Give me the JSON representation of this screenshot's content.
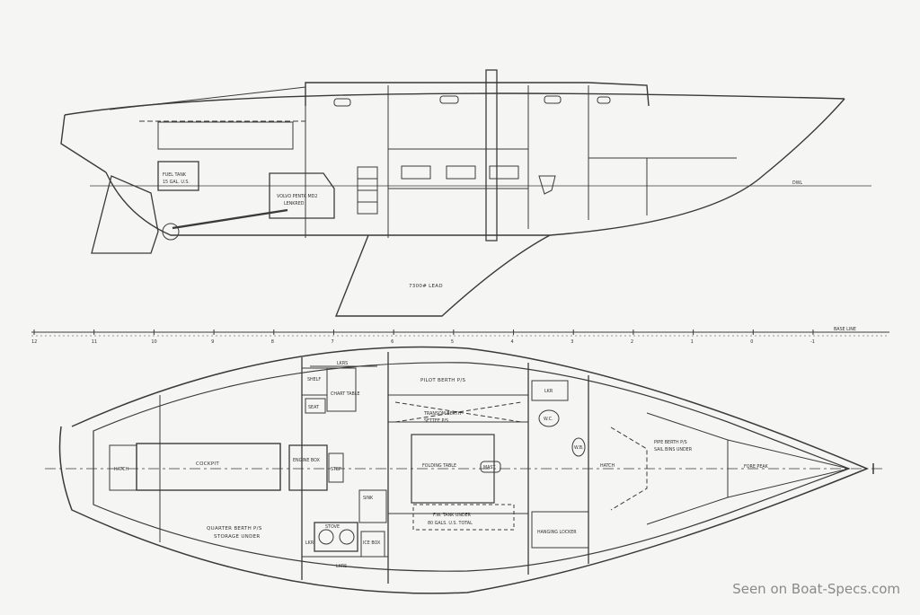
{
  "profile": {
    "labels": {
      "fuel_tank": "FUEL TANK",
      "fuel_tank_cap": "15 GAL. U.S.",
      "engine": "VOLVO PENTA MD2",
      "engine_2": "LENKRED",
      "ballast": "7300# LEAD",
      "dwl": "DWL"
    }
  },
  "baseline": {
    "label": "BASE LINE",
    "stations": [
      "12",
      "11",
      "10",
      "9",
      "8",
      "7",
      "6",
      "5",
      "4",
      "3",
      "2",
      "1",
      "0",
      "-1"
    ]
  },
  "plan": {
    "labels": {
      "hatch": "HATCH",
      "cockpit": "COCKPIT",
      "engine_box": "ENGINE BOX",
      "step": "STEP",
      "shelf": "SHELF",
      "seat": "SEAT",
      "chart_table": "CHART TABLE",
      "lkrs_top": "LKRS",
      "pilot_berth": "PILOT BERTH P/S",
      "transom_berth": "TRANSOM BERTH",
      "settee": "SETTEE P/S",
      "folding_table": "FOLDING TABLE",
      "mast": "MAST",
      "lkr": "LKR",
      "wc": "W.C.",
      "wash_basin": "W.B.",
      "hatch_fwd": "HATCH",
      "sail_bins": "PIPE BERTH P/S",
      "sail_bins_2": "SAIL BINS UNDER",
      "fore_peak": "FORE PEAK",
      "sink": "SINK",
      "stove": "STOVE",
      "ice_box": "ICE BOX",
      "lkr_galley": "LKR",
      "lkrs_bottom": "LKRS",
      "quarter_berth": "QUARTER BERTH P/S",
      "storage_under": "STORAGE UNDER",
      "fw_tank": "F.W. TANK UNDER",
      "fw_tank_2": "80 GALS. U.S. TOTAL",
      "hanging_locker": "HANGING LOCKER"
    }
  },
  "watermark": "Seen on Boat-Specs.com"
}
